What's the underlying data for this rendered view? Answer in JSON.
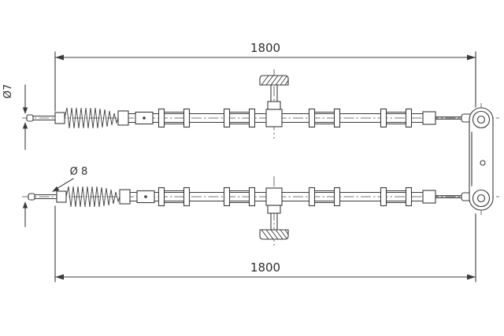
{
  "drawing": {
    "background_color": "#ffffff",
    "line_color": "#3b3b3b",
    "dimensions": {
      "top_length": "1800",
      "bottom_length": "1800",
      "upper_cable_diameter": "Ø7",
      "lower_cable_diameter": "Ø 8"
    }
  }
}
